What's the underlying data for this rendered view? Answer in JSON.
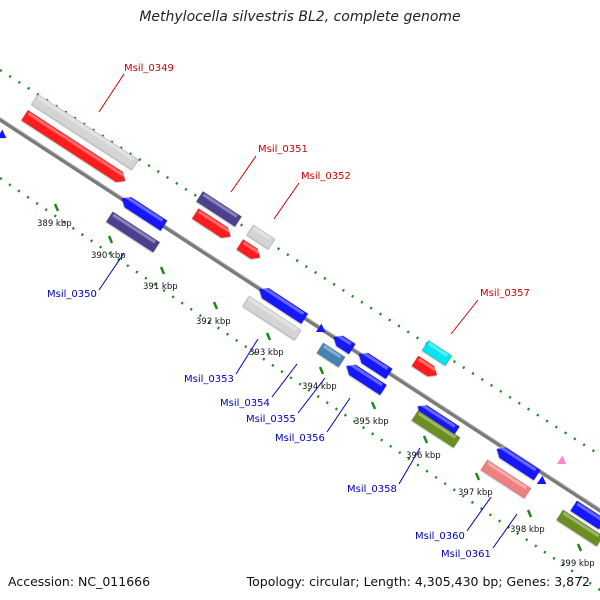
{
  "title": "Methylocella silvestris BL2, complete genome",
  "footer": {
    "accession": "Accession: NC_011666",
    "summary": "Topology: circular; Length: 4,305,430 bp; Genes: 3,872"
  },
  "colors": {
    "background": "#ffffff",
    "backbone": "#8c8c8c",
    "tick_dots": "#1a8a1a",
    "label_plus": "#cc0000",
    "label_minus": "#0000bb"
  },
  "ticks": [
    "389 kbp",
    "390 kbp",
    "391 kbp",
    "392 kbp",
    "393 kbp",
    "394 kbp",
    "395 kbp",
    "396 kbp",
    "397 kbp",
    "398 kbp",
    "399 kbp"
  ],
  "gene_labels": [
    {
      "text": "Msil_0349",
      "strand": "plus"
    },
    {
      "text": "Msil_0351",
      "strand": "plus"
    },
    {
      "text": "Msil_0352",
      "strand": "plus"
    },
    {
      "text": "Msil_0357",
      "strand": "plus"
    },
    {
      "text": "Msil_0350",
      "strand": "minus"
    },
    {
      "text": "Msil_0353",
      "strand": "minus"
    },
    {
      "text": "Msil_0354",
      "strand": "minus"
    },
    {
      "text": "Msil_0355",
      "strand": "minus"
    },
    {
      "text": "Msil_0356",
      "strand": "minus"
    },
    {
      "text": "Msil_0358",
      "strand": "minus"
    },
    {
      "text": "Msil_0360",
      "strand": "minus"
    },
    {
      "text": "Msil_0361",
      "strand": "minus"
    }
  ]
}
